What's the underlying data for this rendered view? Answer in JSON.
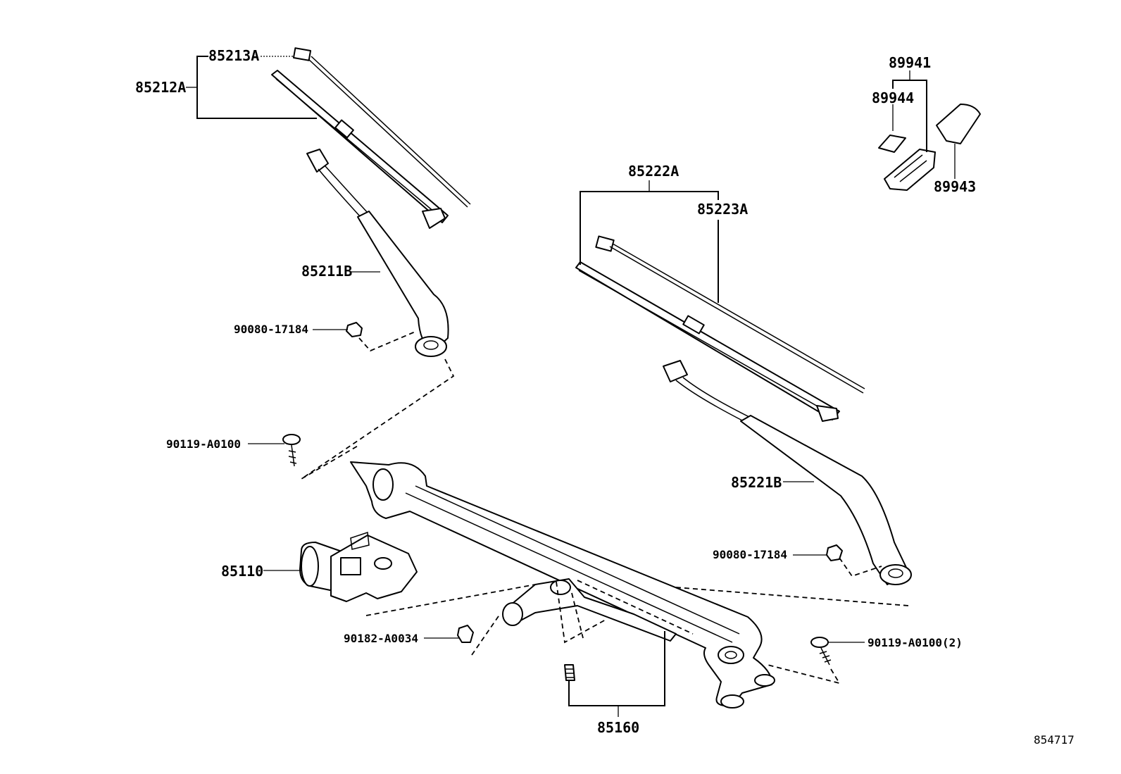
{
  "callouts": {
    "wiper_blade_left": "85212A",
    "blade_insert_left": "85213A",
    "arm_left": "85211B",
    "nut_left": "90080-17184",
    "screw_left": "90119-A0100",
    "motor": "85110",
    "nut_motor": "90182-A0034",
    "link_assembly": "85160",
    "screw_right": "90119-A0100(2)",
    "nut_right": "90080-17184",
    "arm_right": "85221B",
    "wiper_blade_right": "85222A",
    "blade_insert_right": "85223A",
    "sensor_assembly": "89941",
    "sensor_pad": "89944",
    "sensor_cover": "89943"
  },
  "diagram_id": "854717"
}
